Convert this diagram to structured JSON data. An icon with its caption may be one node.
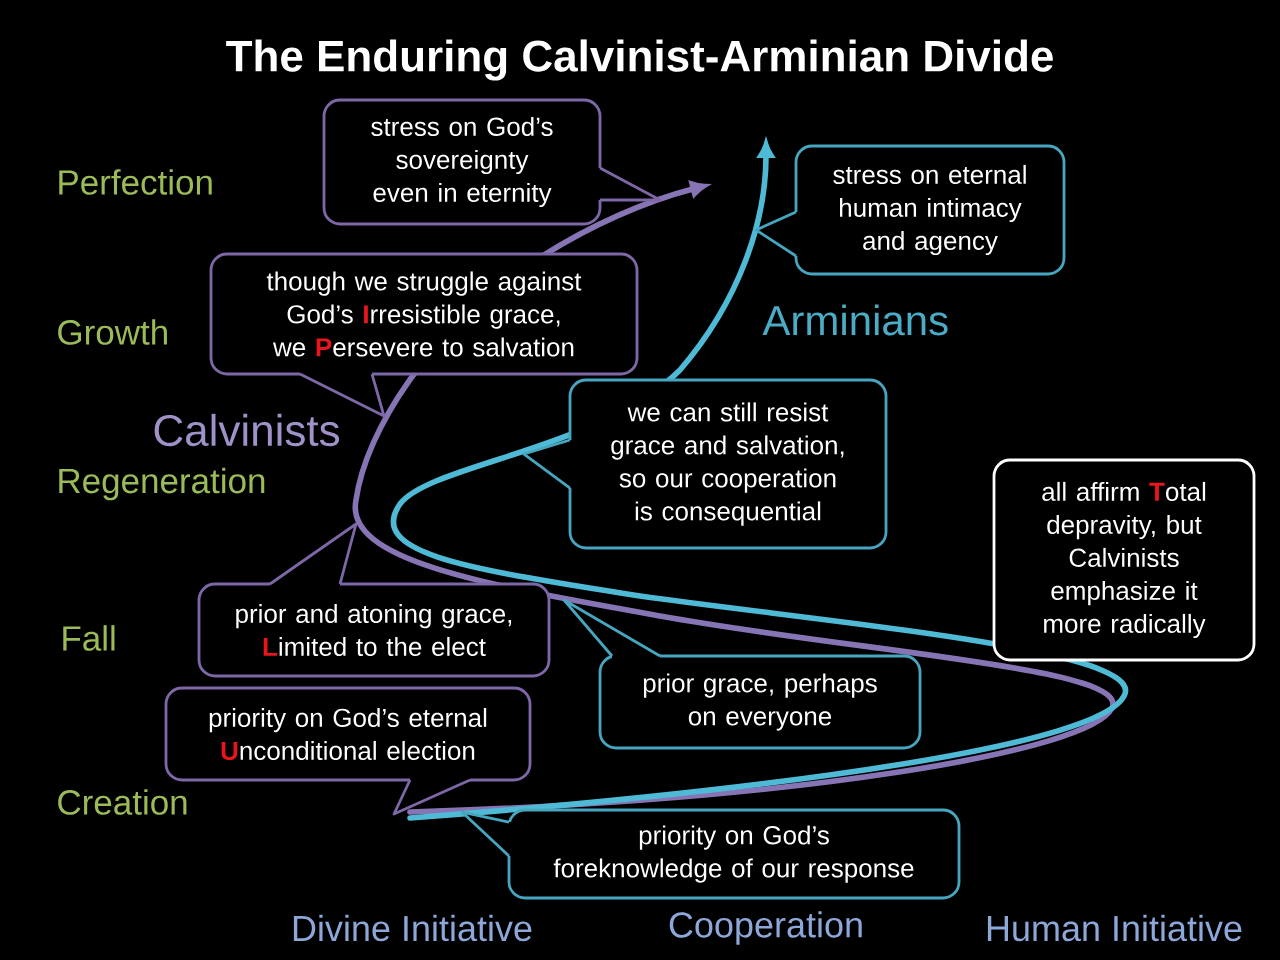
{
  "diagram": {
    "title": "The Enduring Calvinist-Arminian Divide",
    "nodes": [
      {
        "text": [
          "stress on God’s sovereignty even in eternity"
        ]
      },
      {
        "text": [
          "stress on eternal human intimacy and agency"
        ]
      },
      {
        "text": [
          "though we struggle against God’s **I**rresistible grace, we **P**ersevere to salvation"
        ]
      },
      {
        "text": [
          "we can still resist grace and salvation, so our cooperation is consequential"
        ]
      },
      {
        "text": [
          "all affirm **T**otal depravity, but Calvinists emphasize it more radically"
        ]
      },
      {
        "text": [
          "prior and atoning grace, **L**imited to the elect"
        ]
      },
      {
        "text": [
          "prior grace, perhaps on everyone"
        ]
      },
      {
        "text": [
          "priority on God’s eternal **U**nconditional election"
        ]
      },
      {
        "text": [
          "priority on God’s foreknowledge of our response"
        ]
      }
    ],
    "labels": [
      "Perfection",
      "Growth",
      "Arminians",
      "Calvinists",
      "Regeneration",
      "Fall",
      "Creation",
      "Divine Initiative",
      "Cooperation",
      "Human Initiative"
    ]
  }
}
